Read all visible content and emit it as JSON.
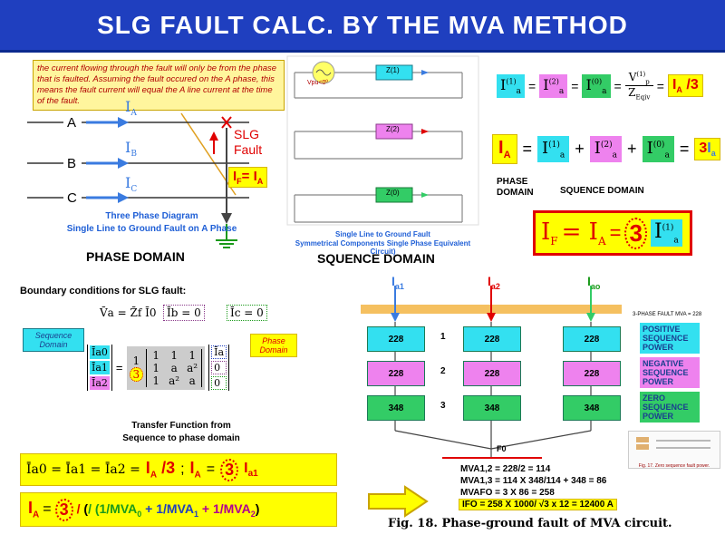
{
  "title": "SLG FAULT CALC. BY THE MVA METHOD",
  "note": "the current flowing through the fault will only be from the phase that is faulted.  Assuming the fault occured on the A phase, this means the fault current will equal the A line current at the time of the fault.",
  "phase_diagram": {
    "lines": [
      "A",
      "B",
      "C"
    ],
    "currents": [
      "I",
      "I",
      "I"
    ],
    "current_subs": [
      "A",
      "B",
      "C"
    ],
    "fault_label_1": "SLG",
    "fault_label_2": "Fault",
    "fault_eq": "I",
    "fault_eq_sub": "F",
    "fault_eq_rhs": "= I",
    "fault_eq_rhs_sub": "A",
    "caption_1": "Three Phase Diagram",
    "caption_2": "Single Line to Ground Fault on A Phase",
    "heading": "PHASE DOMAIN"
  },
  "sequence_diagram": {
    "source_label": "Vpu<0º",
    "boxes": [
      "Z(1)",
      "Z(2)",
      "Z(0)"
    ],
    "caption_1": "Single Line to Ground Fault",
    "caption_2": "Symmetrical Components Single Phase Equivalent Circuit)",
    "heading": "SQUENCE DOMAIN"
  },
  "right_eq": {
    "sub_labels": [
      "(1)",
      "(2)",
      "(0)"
    ],
    "a": "a",
    "vp": "V",
    "vp_sub": "p",
    "vp_sup": "(1)",
    "z": "Z",
    "z_sub": "Eqiv",
    "ia": "I",
    "ia_sub": "A",
    "div3": "/3",
    "three": "3",
    "phase_domain": "PHASE\nDOMAIN",
    "sequence_domain": "SQUENCE DOMAIN",
    "if_eq": "I",
    "if_sub": "F",
    "if_rhs": "= I",
    "if_rhs_sub": "A",
    "eq_sign": "="
  },
  "boundary": {
    "title": "Boundary  conditions for SLG fault:",
    "eq1": "V̄a = Z̄f Ī0",
    "eq2": "Īb = 0",
    "eq3": "Īc = 0",
    "seq_domain_label": "Sequence Domain",
    "phase_domain_label": "Phase Domain",
    "seq_vector": [
      "Īa0",
      "Īa1",
      "Īa2"
    ],
    "matrix": [
      [
        "1",
        "1",
        "1"
      ],
      [
        "1",
        "a",
        "a²"
      ],
      [
        "1",
        "a²",
        "a"
      ]
    ],
    "factor_num": "1",
    "factor_den": "3",
    "rhs_vector": [
      "Īa",
      "0",
      "0"
    ],
    "transfer_1": "Transfer Function from",
    "transfer_2": "Sequence to phase domain"
  },
  "bottom_eq": {
    "lhs": "Īa0 = Īa1 = Īa2 =",
    "ia": "I",
    "ia_sub": "A",
    "div3": "/3",
    "semi": ";",
    "ia2": "I",
    "ia2_sub": "A",
    "eq": "=",
    "three": "3",
    "ia1": "I",
    "ia1_sub": "a1",
    "mva_lhs": "I",
    "mva_lhs_sub": "A",
    "mva_eq": "=",
    "mva_three": "3",
    "mva_rest": "/ (1/MVA",
    "mva0": "0",
    "plus1": " + 1/MVA",
    "mva1": "1",
    "plus2": " + 1/MVA",
    "mva2": "2",
    "close": ")"
  },
  "mva_circuit": {
    "top_labels": [
      "I",
      "I",
      "I"
    ],
    "top_subs": [
      "a1",
      "a2",
      "ao"
    ],
    "header": "3-PHASE FAULT MVA = 228",
    "row_labels": [
      "1",
      "2",
      "3"
    ],
    "rows": [
      [
        "228",
        "228",
        "228"
      ],
      [
        "228",
        "228",
        "228"
      ],
      [
        "348",
        "348",
        "348"
      ]
    ],
    "legend": [
      "POSITIVE SEQUENCE POWER",
      "NEGATIVE SEQUENCE POWER",
      "ZERO SEQUENCE POWER"
    ],
    "fault_node": "F0",
    "calc": [
      "MVA1,2 = 228/2 = 114",
      "MVA1,3 = 114 X 348/114 + 348 = 86",
      "MVAFO = 3 X 86 = 258",
      "IFO = 258 X 1000/ √3 x 12 = 12400 A"
    ],
    "fig_caption": "Fig. 18.  Phase-ground fault of MVA circuit.",
    "thumb_caption": "Fig. 17.  Zero sequence fault power."
  },
  "colors": {
    "title_bg": "#1f3fbf",
    "positive": "#33e0f0",
    "negative": "#ee82ee",
    "zero": "#33cc66",
    "highlight": "#ffff00",
    "fault_red": "#e00000",
    "arrow_blue": "#3a7be0"
  }
}
